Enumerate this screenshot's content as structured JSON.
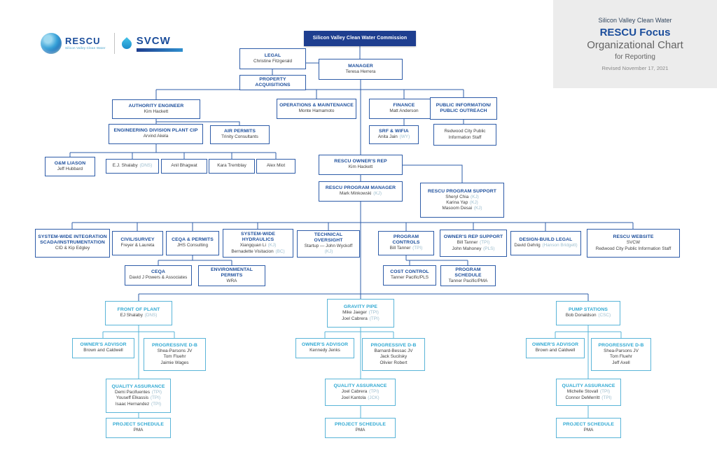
{
  "colors": {
    "navy": "#1e3e8f",
    "blue": "#2e5ca8",
    "teal": "#5ab5d8"
  },
  "info_panel": {
    "org": "Silicon Valley Clean Water",
    "title": "RESCU Focus",
    "subtitle": "Organizational Chart",
    "subtitle2": "for Reporting",
    "revised": "Revised November 17, 2021"
  },
  "branding": {
    "rescu_name": "RESCU",
    "rescu_sub": "Silicon Valley Clean Water",
    "svcw_name": "SVCW"
  },
  "boxes": {
    "commission": {
      "title": "Silicon Valley Clean Water Commission"
    },
    "legal": {
      "title": "LEGAL",
      "lines": [
        "Christine Fitzgerald"
      ]
    },
    "property_acquisitions": {
      "title": "PROPERTY ACQUISITIONS"
    },
    "manager": {
      "title": "MANAGER",
      "lines": [
        "Teresa Herrera"
      ]
    },
    "authority_engineer": {
      "title": "AUTHORITY ENGINEER",
      "lines": [
        "Kim Hackett"
      ]
    },
    "operations_maintenance": {
      "title": "OPERATIONS & MAINTENANCE",
      "lines": [
        "Monte Hamamoto"
      ]
    },
    "finance": {
      "title": "FINANCE",
      "lines": [
        "Matt Anderson"
      ]
    },
    "public_information": {
      "title": "PUBLIC INFORMATION/ PUBLIC OUTREACH"
    },
    "engineering_division": {
      "title": "ENGINEERING DIVISION PLANT CIP",
      "lines": [
        "Arvind Akela"
      ]
    },
    "air_permits": {
      "title": "AIR PERMITS",
      "lines": [
        "Trinity Consultants"
      ]
    },
    "srf_wifia": {
      "title": "SRF & WIFIA",
      "lines": [
        "Anita Jain (WY)"
      ]
    },
    "redwood_city_staff": {
      "lines": [
        "Redwood City Public Information Staff"
      ]
    },
    "om_liason": {
      "title": "O&M LIASON",
      "lines": [
        "Jeff Hubbard"
      ]
    },
    "ej_shalaby": {
      "lines": [
        "E.J. Shalaby (DNS)"
      ]
    },
    "anil_bhagwat": {
      "lines": [
        "Anil Bhagwat"
      ]
    },
    "kara_tremblay": {
      "lines": [
        "Kara Tremblay"
      ]
    },
    "alex_miot": {
      "lines": [
        "Alex Miot"
      ]
    },
    "rescu_owners_rep": {
      "title": "RESCU OWNER'S REP",
      "lines": [
        "Kim Hackett"
      ]
    },
    "rescu_program_manager": {
      "title": "RESCU PROGRAM MANAGER",
      "lines": [
        "Mark Minkowski (KJ)"
      ]
    },
    "rescu_program_support": {
      "title": "RESCU PROGRAM SUPPORT",
      "lines": [
        "Sheryl Chia (KJ)",
        "Karina Yap (KJ)",
        "Masoom Desai (KJ)"
      ]
    },
    "system_wide_integration": {
      "title": "SYSTEM-WIDE INTEGRATION SCADA/INSTRUMENTATION",
      "lines": [
        "CID & Kip Edgley"
      ]
    },
    "civil_survey": {
      "title": "CIVIL/SURVEY",
      "lines": [
        "Freyer & Laureta"
      ]
    },
    "ceqa_permits": {
      "title": "CEQA & PERMITS",
      "lines": [
        "JHS Consulting"
      ]
    },
    "system_wide_hydraulics": {
      "title": "SYSTEM-WIDE HYDRAULICS",
      "lines": [
        "Xiangquan Li (KJ)",
        "Bernadette Visitacion (BC)"
      ]
    },
    "technical_oversight": {
      "title": "TECHNICAL OVERSIGHT",
      "lines": [
        "Startup — John Wyckoff (KJ)"
      ]
    },
    "program_controls": {
      "title": "PROGRAM CONTROLS",
      "lines": [
        "Bill Tanner (TPI)"
      ]
    },
    "owners_rep_support": {
      "title": "OWNER'S REP SUPPORT",
      "lines": [
        "Bill Tanner (TPI)",
        "John Mahoney (PLS)"
      ]
    },
    "design_build_legal": {
      "title": "DESIGN-BUILD LEGAL",
      "lines": [
        "David Gehrig (Hanson Bridgett)"
      ]
    },
    "rescu_website": {
      "title": "RESCU WEBSITE",
      "lines": [
        "SVCW",
        "Redwood City Public Information Staff"
      ]
    },
    "ceqa": {
      "title": "CEQA",
      "lines": [
        "David J Powers & Associates"
      ]
    },
    "environmental_permits": {
      "title": "ENVIRONMENTAL PERMITS",
      "lines": [
        "WRA"
      ]
    },
    "cost_control": {
      "title": "COST CONTROL",
      "lines": [
        "Tanner Pacific/PLS"
      ]
    },
    "program_schedule_pc": {
      "title": "PROGRAM SCHEDULE",
      "lines": [
        "Tanner Pacific/PMA"
      ]
    },
    "front_of_plant": {
      "title": "FRONT OF PLANT",
      "lines": [
        "EJ Shalaby (DNS)"
      ]
    },
    "gravity_pipe": {
      "title": "GRAVITY PIPE",
      "lines": [
        "Mike Jaeger (TPI)",
        "Joel Cabrera (TPI)"
      ]
    },
    "pump_stations": {
      "title": "PUMP STATIONS",
      "lines": [
        "Bob Donaldson (CSC)"
      ]
    },
    "fop_owners_advisor": {
      "title": "OWNER'S ADVISOR",
      "lines": [
        "Brown and Caldwell"
      ]
    },
    "fop_progressive_db": {
      "title": "PROGRESSIVE D-B",
      "lines": [
        "Shea-Parsons JV",
        "Tom Fluehr",
        "Jaimie Wages"
      ]
    },
    "gp_owners_advisor": {
      "title": "OWNER'S ADVISOR",
      "lines": [
        "Kennedy Jenks"
      ]
    },
    "gp_progressive_db": {
      "title": "PROGRESSIVE D-B",
      "lines": [
        "Barnard-Bessac JV",
        "Jack Sucilsky",
        "Olivier Robert"
      ]
    },
    "ps_owners_advisor": {
      "title": "OWNER'S ADVISOR",
      "lines": [
        "Brown and Caldwell"
      ]
    },
    "ps_progressive_db": {
      "title": "PROGRESSIVE D-B",
      "lines": [
        "Shea-Parsons JV",
        "Tom Fluehr",
        "Jeff Axell"
      ]
    },
    "fop_quality_assurance": {
      "title": "QUALITY ASSURANCE",
      "lines": [
        "Demi Pacifuentes (TPI)",
        "Youseff Elkassis (TPI)",
        "Isaac Hernandez (TPI)"
      ]
    },
    "gp_quality_assurance": {
      "title": "QUALITY ASSURANCE",
      "lines": [
        "Joel Cabrera (TPI)",
        "Joel Kantola (JCK)"
      ]
    },
    "ps_quality_assurance": {
      "title": "QUALITY ASSURANCE",
      "lines": [
        "Michelle Stovall (TPI)",
        "Connor DeMerritt (TPI)"
      ]
    },
    "fop_project_schedule": {
      "title": "PROJECT SCHEDULE",
      "lines": [
        "PMA"
      ]
    },
    "gp_project_schedule": {
      "title": "PROJECT SCHEDULE",
      "lines": [
        "PMA"
      ]
    },
    "ps_project_schedule": {
      "title": "PROJECT SCHEDULE",
      "lines": [
        "PMA"
      ]
    }
  }
}
